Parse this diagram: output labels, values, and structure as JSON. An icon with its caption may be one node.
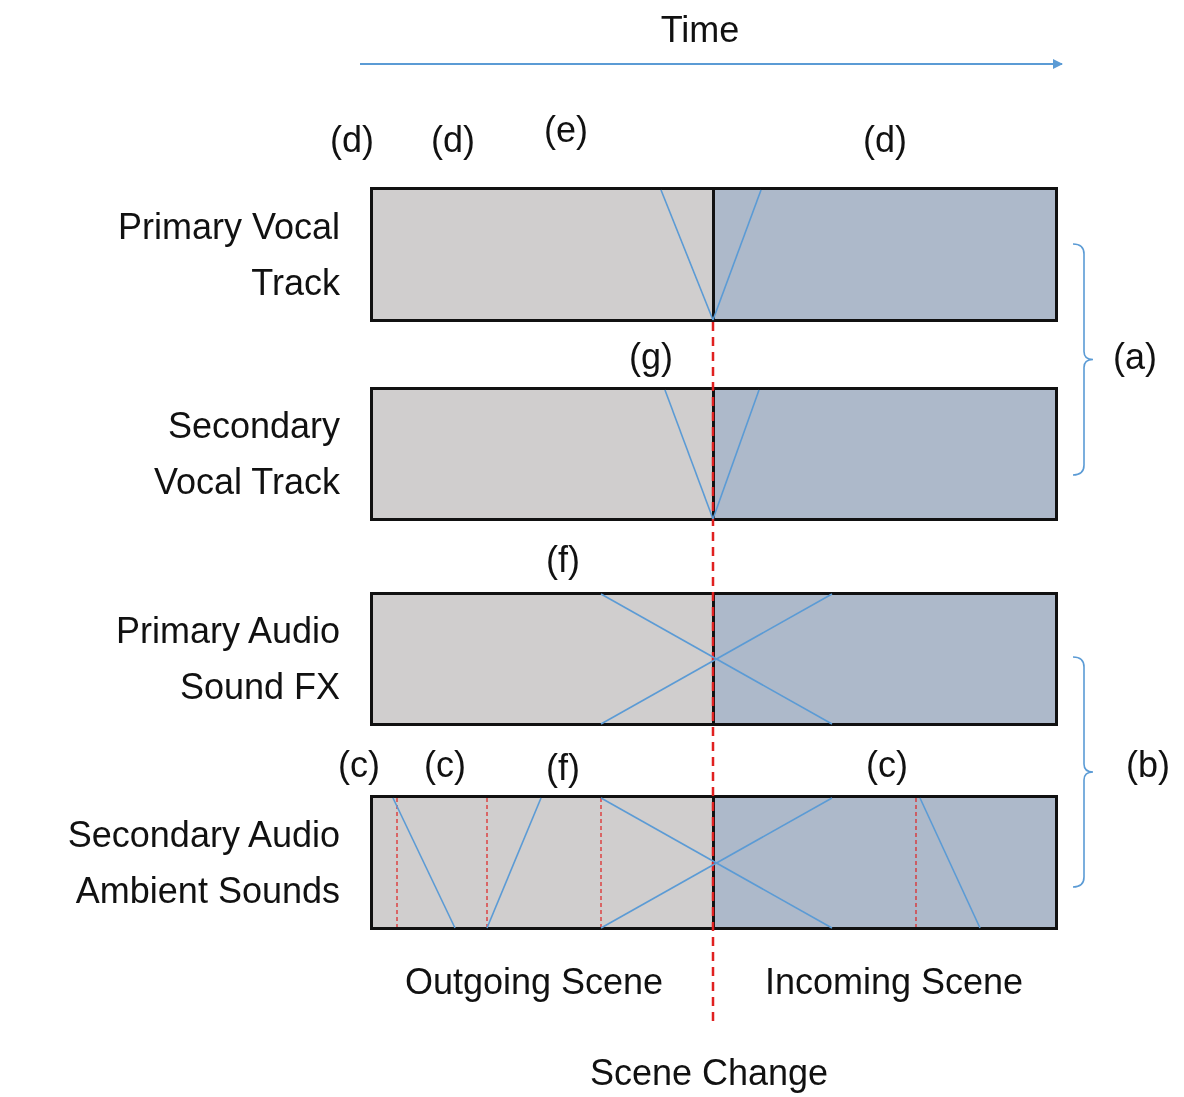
{
  "diagram": {
    "nodes": [
      {
        "text": [
          "Primary Vocal Track"
        ]
      },
      {
        "text": [
          "Secondary Vocal Track"
        ]
      },
      {
        "text": [
          "Primary Audio Sound FX"
        ]
      },
      {
        "text": [
          "Secondary Audio Ambient Sounds"
        ]
      }
    ],
    "labels": [
      "Time",
      "(d)",
      "(d)",
      "(e)",
      "(d)",
      "(g)",
      "(a)",
      "(f)",
      "(c)",
      "(c)",
      "(f)",
      "(c)",
      "(b)",
      "Outgoing Scene",
      "Incoming Scene",
      "Scene Change"
    ]
  }
}
